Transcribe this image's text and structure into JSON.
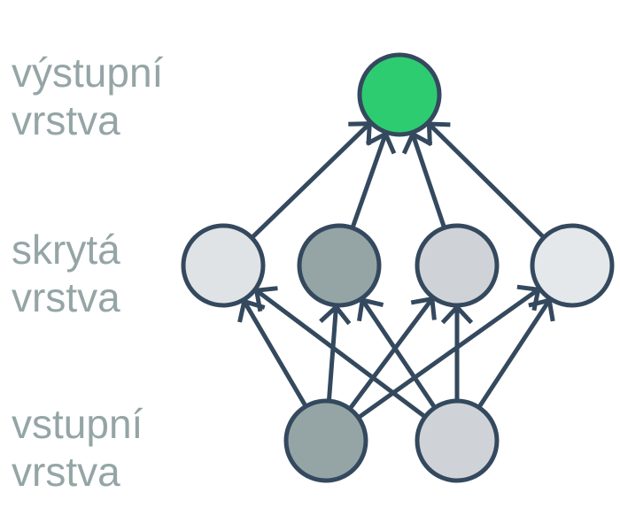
{
  "labels": {
    "output": [
      "výstupní",
      "vrstva"
    ],
    "hidden": [
      "skrytá",
      "vrstva"
    ],
    "input": [
      "vstupní",
      "vrstva"
    ]
  },
  "colors": {
    "stroke": "#34495e",
    "label_text": "#95a5a6",
    "output_node": "#2ecc71",
    "hidden_nodes": [
      "#e0e3e5",
      "#95a5a6",
      "#cfd3d7",
      "#e5e8ea"
    ],
    "input_nodes": [
      "#95a5a6",
      "#cfd3d7"
    ]
  },
  "network": {
    "output_layer": 1,
    "hidden_layer": 4,
    "input_layer": 2
  }
}
